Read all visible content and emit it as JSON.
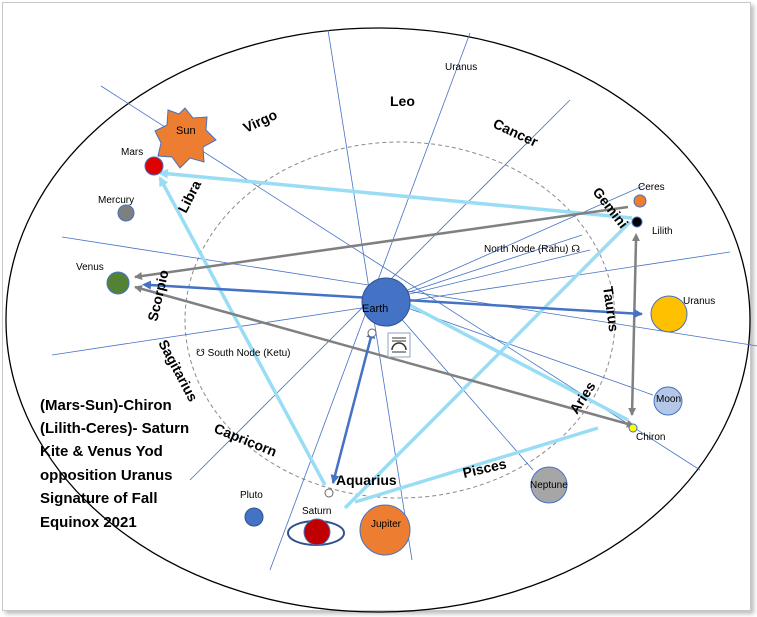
{
  "caption": {
    "line1": "(Mars-Sun)-Chiron",
    "line2": "(Lilith-Ceres)- Saturn",
    "line3": "Kite & Venus Yod",
    "line4": "opposition Uranus",
    "line5": "Signature of Fall",
    "line6": "Equinox 2021"
  },
  "signs": {
    "virgo": "Virgo",
    "leo": "Leo",
    "cancer": "Cancer",
    "gemini": "Gemini",
    "taurus": "Taurus",
    "aries": "Aries",
    "pisces": "Pisces",
    "aquarius": "Aquarius",
    "capricorn": "Capricorn",
    "sagitarius": "Sagitarius",
    "scorpio": "Scorpio",
    "libra": "Libra"
  },
  "bodies": {
    "sun": "Sun",
    "mars": "Mars",
    "mercury": "Mercury",
    "venus": "Venus",
    "earth": "Earth",
    "ceres": "Ceres",
    "lilith": "Lilith",
    "north_node": "North Node (Rahu) ☊",
    "south_node": "☋ South Node (Ketu)",
    "uranus_top": "Uranus",
    "uranus": "Uranus",
    "moon": "Moon",
    "chiron": "Chiron",
    "neptune": "Neptune",
    "jupiter": "Jupiter",
    "saturn": "Saturn",
    "pluto": "Pluto"
  },
  "colors": {
    "sun": "#ED7D31",
    "mars": "#E00000",
    "mercury": "#7F7F7F",
    "venus": "#548235",
    "earth": "#4472C4",
    "ceres": "#ED7D31",
    "lilith": "#000000",
    "uranus": "#FFC000",
    "moon": "#B4C7E7",
    "chiron": "#FFFF00",
    "neptune": "#A6A6A6",
    "jupiter": "#ED7D31",
    "saturn": "#C00000",
    "pluto": "#4472C4",
    "kite_lines": "#99DDF5",
    "opposition_lines": "#808080",
    "venus_uranus_line": "#4472C4"
  }
}
